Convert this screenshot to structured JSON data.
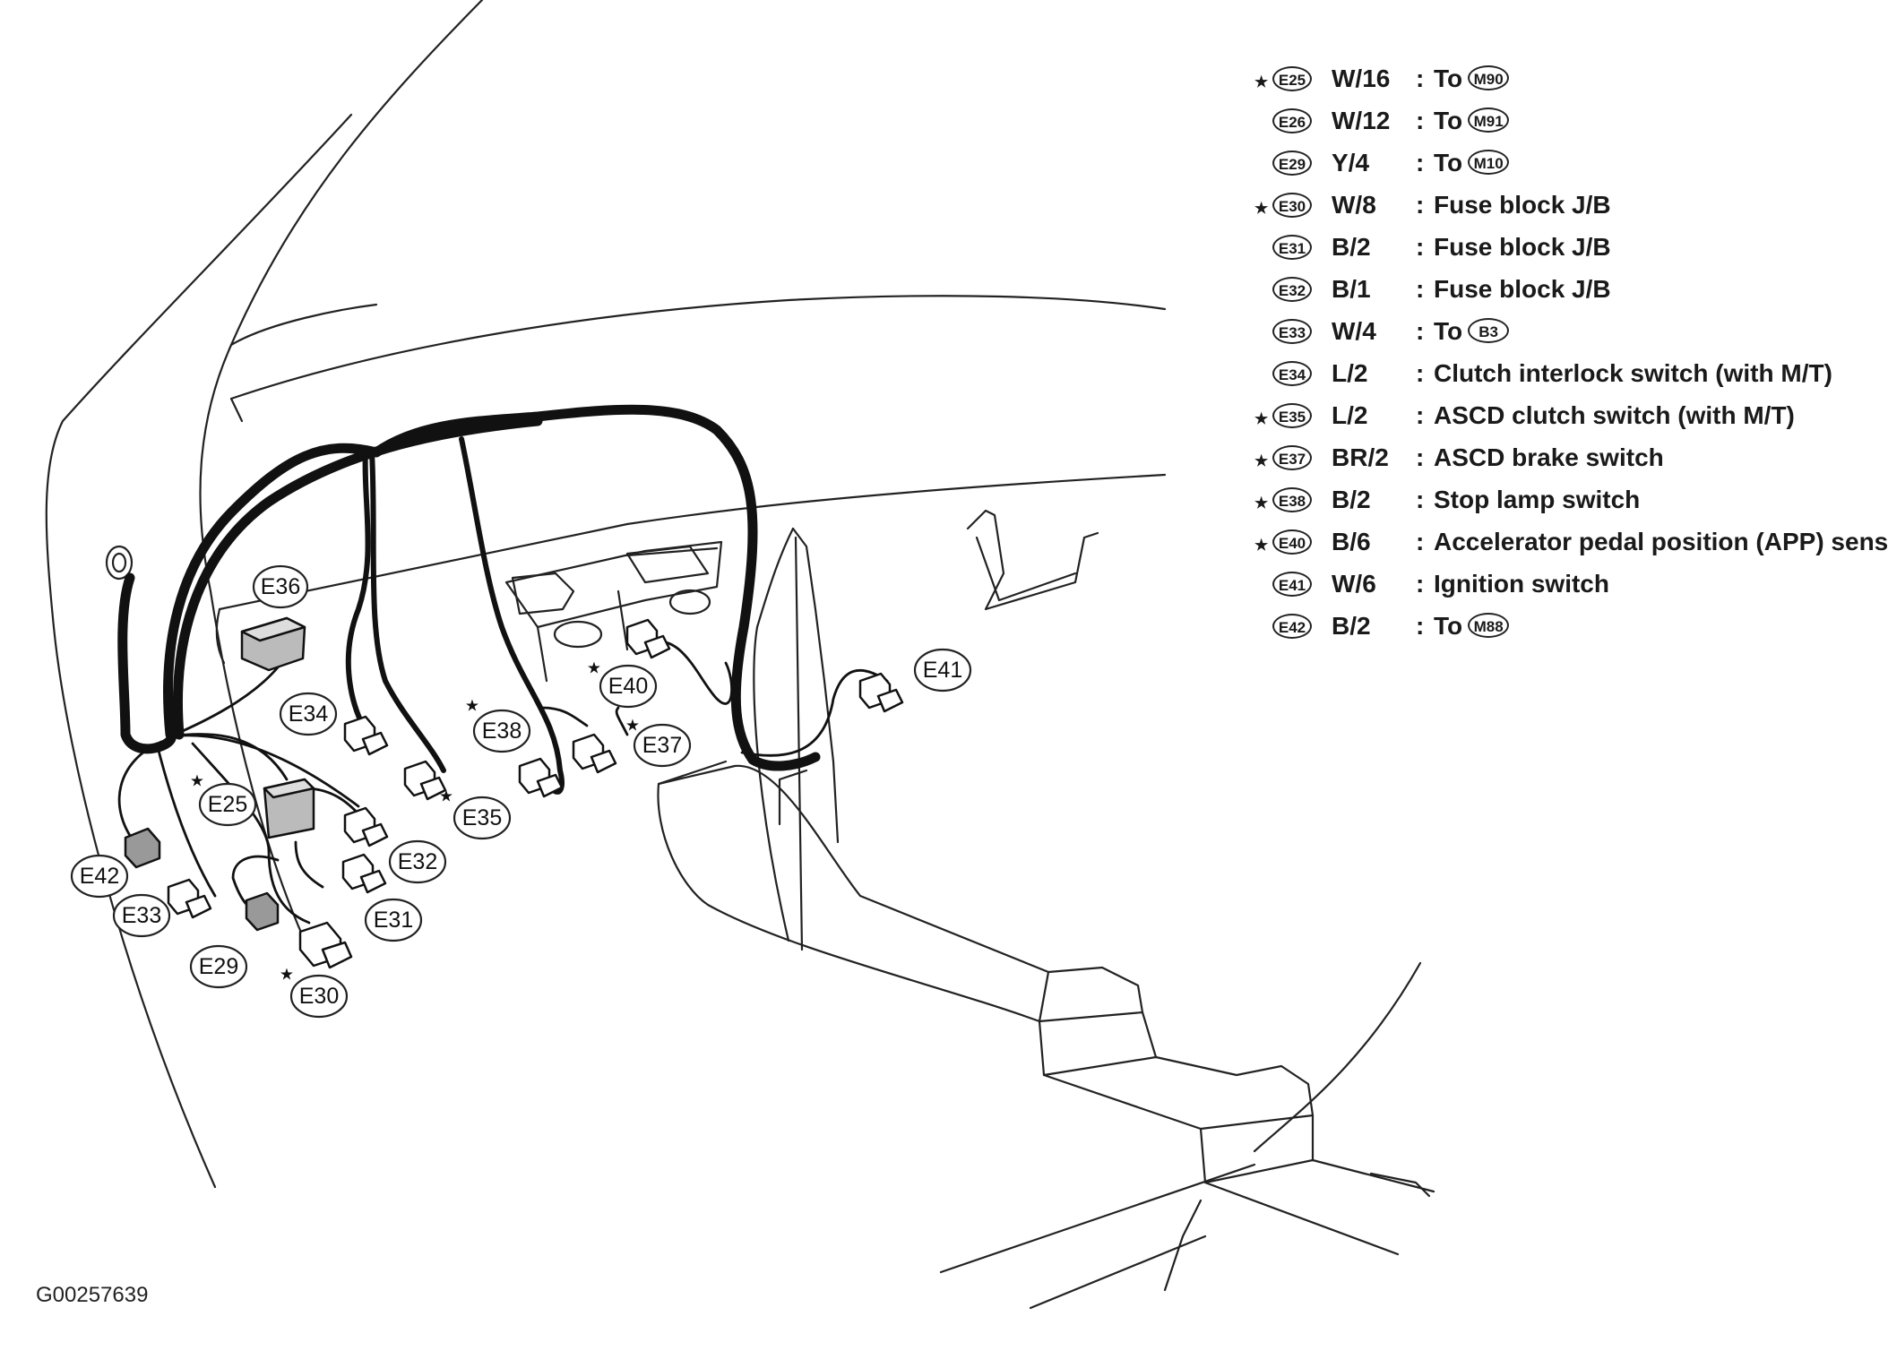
{
  "figure_code": "G00257639",
  "diagram_labels": [
    {
      "id": "E36",
      "star": ""
    },
    {
      "id": "E34",
      "star": ""
    },
    {
      "id": "E25",
      "star": "★"
    },
    {
      "id": "E35",
      "star": "★"
    },
    {
      "id": "E38",
      "star": "★"
    },
    {
      "id": "E40",
      "star": "★"
    },
    {
      "id": "E37",
      "star": "★"
    },
    {
      "id": "E41",
      "star": ""
    },
    {
      "id": "E42",
      "star": ""
    },
    {
      "id": "E32",
      "star": ""
    },
    {
      "id": "E33",
      "star": ""
    },
    {
      "id": "E31",
      "star": ""
    },
    {
      "id": "E29",
      "star": ""
    },
    {
      "id": "E30",
      "star": "★"
    }
  ],
  "legend": [
    {
      "star": "★",
      "code": "E25",
      "wire": "W/16",
      "desc": "To",
      "ref": "M90"
    },
    {
      "star": "",
      "code": "E26",
      "wire": "W/12",
      "desc": "To",
      "ref": "M91"
    },
    {
      "star": "",
      "code": "E29",
      "wire": "Y/4",
      "desc": "To",
      "ref": "M10"
    },
    {
      "star": "★",
      "code": "E30",
      "wire": "W/8",
      "desc": "Fuse block J/B",
      "ref": ""
    },
    {
      "star": "",
      "code": "E31",
      "wire": "B/2",
      "desc": "Fuse block J/B",
      "ref": ""
    },
    {
      "star": "",
      "code": "E32",
      "wire": "B/1",
      "desc": "Fuse block J/B",
      "ref": ""
    },
    {
      "star": "",
      "code": "E33",
      "wire": "W/4",
      "desc": "To",
      "ref": "B3"
    },
    {
      "star": "",
      "code": "E34",
      "wire": "L/2",
      "desc": "Clutch interlock switch (with M/T)",
      "ref": ""
    },
    {
      "star": "★",
      "code": "E35",
      "wire": "L/2",
      "desc": "ASCD clutch switch (with M/T)",
      "ref": ""
    },
    {
      "star": "★",
      "code": "E37",
      "wire": "BR/2",
      "desc": "ASCD brake switch",
      "ref": ""
    },
    {
      "star": "★",
      "code": "E38",
      "wire": "B/2",
      "desc": "Stop lamp switch",
      "ref": ""
    },
    {
      "star": "★",
      "code": "E40",
      "wire": "B/6",
      "desc": "Accelerator pedal position (APP) sensor",
      "ref": ""
    },
    {
      "star": "",
      "code": "E41",
      "wire": "W/6",
      "desc": "Ignition switch",
      "ref": ""
    },
    {
      "star": "",
      "code": "E42",
      "wire": "B/2",
      "desc": "To",
      "ref": "M88"
    }
  ]
}
